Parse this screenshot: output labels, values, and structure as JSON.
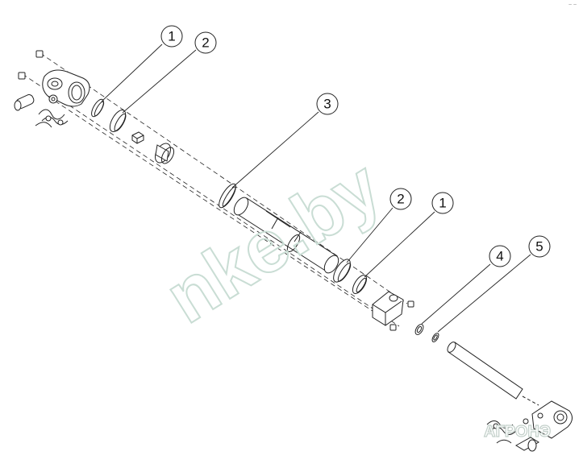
{
  "diagram": {
    "callouts": [
      {
        "id": "c1a",
        "label": "1"
      },
      {
        "id": "c2a",
        "label": "2"
      },
      {
        "id": "c3",
        "label": "3"
      },
      {
        "id": "c2b",
        "label": "2"
      },
      {
        "id": "c1b",
        "label": "1"
      },
      {
        "id": "c4",
        "label": "4"
      },
      {
        "id": "c5",
        "label": "5"
      }
    ],
    "watermark": "nke.by",
    "logo": "АГРОНЭ",
    "corner_mark": "~ ~"
  },
  "colors": {
    "line": "#222222",
    "watermark": "#d9e6e0",
    "logo": "#c8d4cf",
    "paper": "#ffffff"
  }
}
